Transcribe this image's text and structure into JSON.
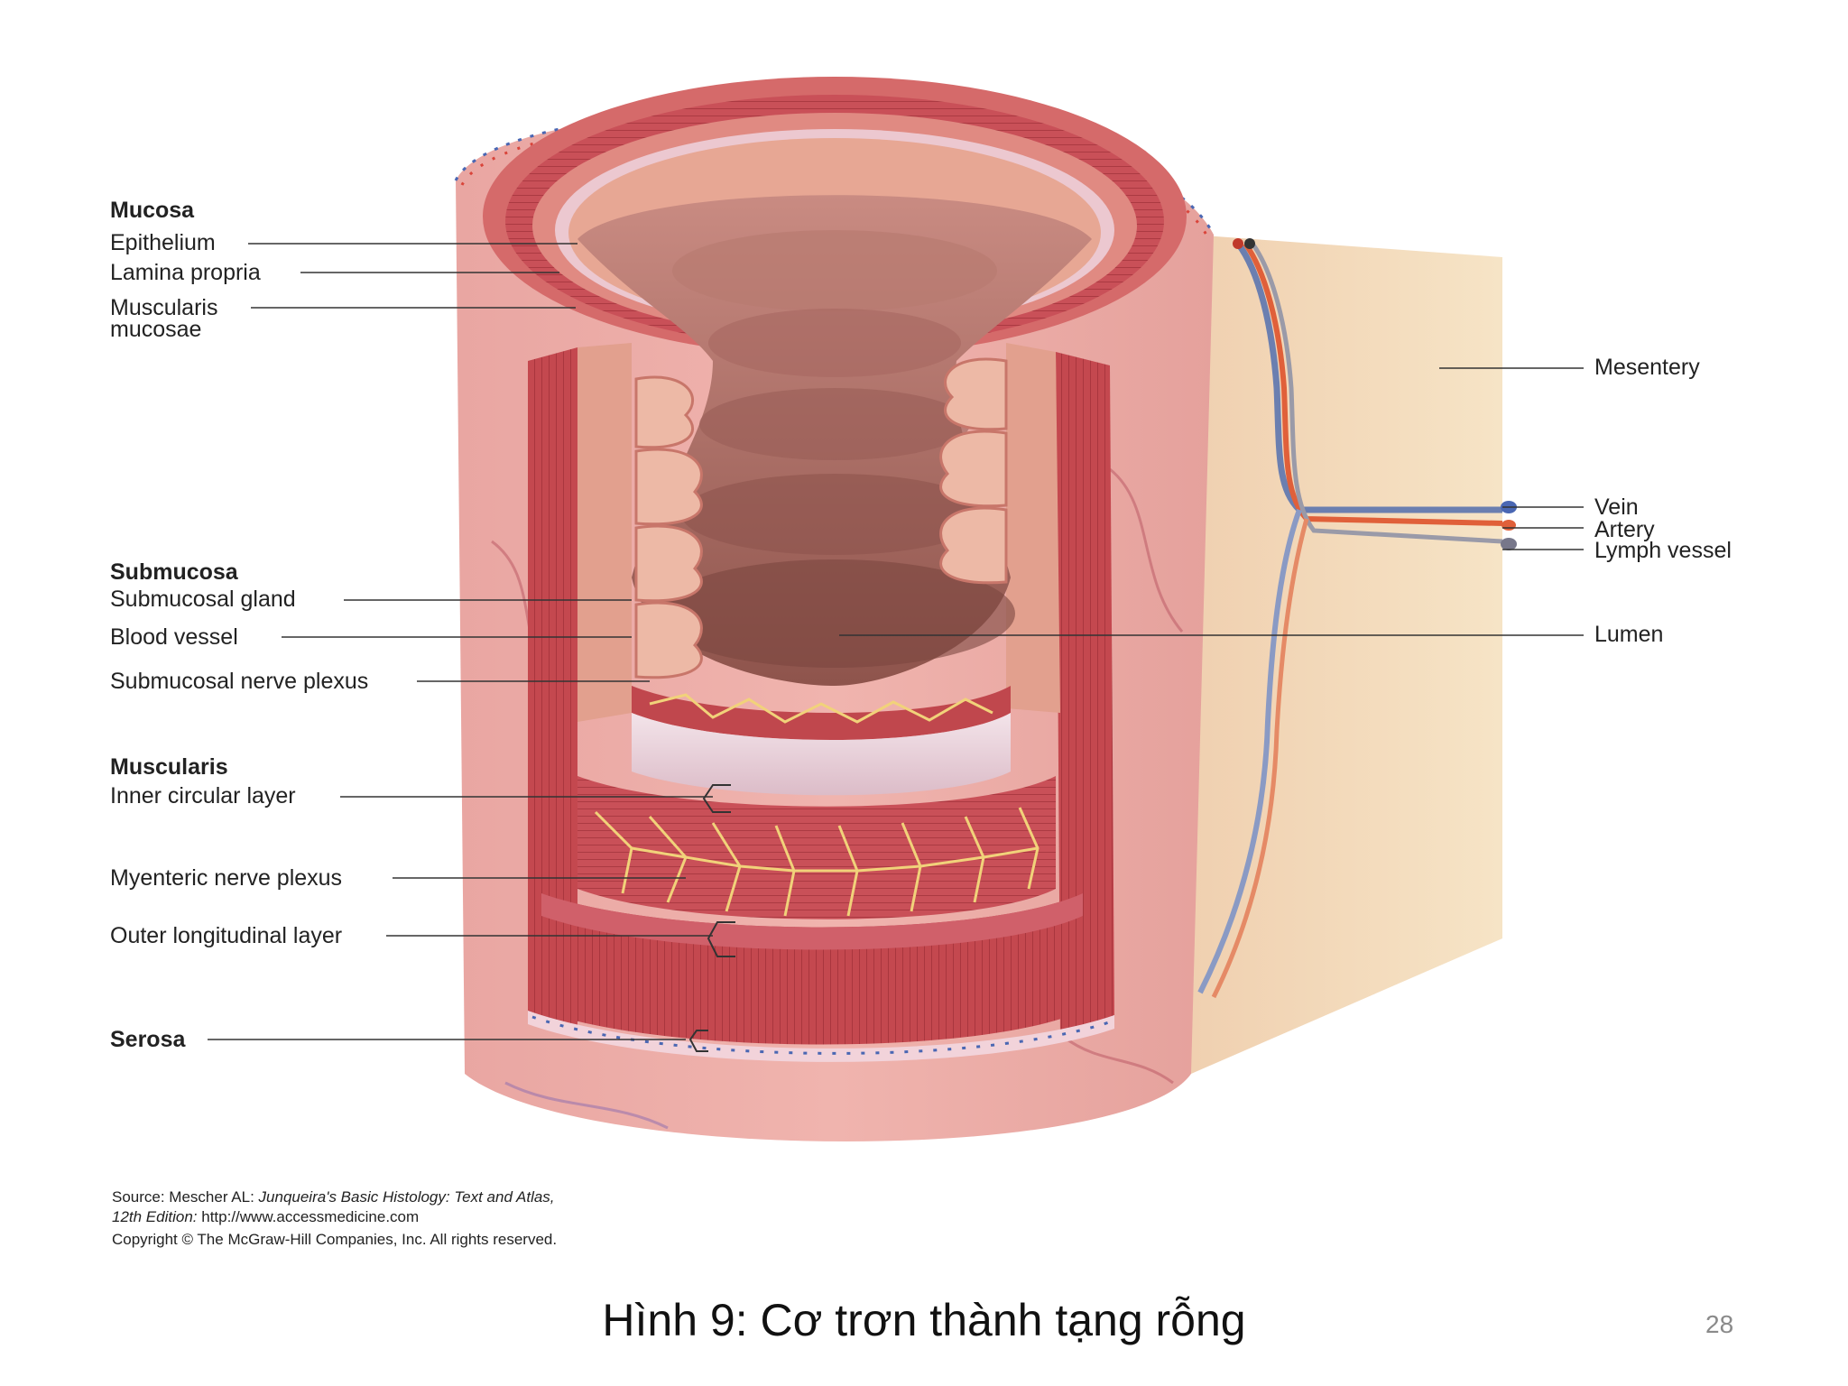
{
  "labels_left": {
    "mucosa_header": "Mucosa",
    "epithelium": "Epithelium",
    "lamina_propria": "Lamina propria",
    "muscularis_mucosae_1": "Muscularis",
    "muscularis_mucosae_2": "mucosae",
    "submucosa_header": "Submucosa",
    "submucosal_gland": "Submucosal gland",
    "blood_vessel": "Blood vessel",
    "submucosal_nerve_plexus": "Submucosal nerve plexus",
    "muscularis_header": "Muscularis",
    "inner_circular_layer": "Inner circular layer",
    "myenteric_nerve_plexus": "Myenteric nerve plexus",
    "outer_longitudinal_layer": "Outer longitudinal layer",
    "serosa_header": "Serosa"
  },
  "labels_right": {
    "mesentery": "Mesentery",
    "vein": "Vein",
    "artery": "Artery",
    "lymph_vessel": "Lymph vessel",
    "lumen": "Lumen"
  },
  "source": {
    "line1_prefix": "Source: Mescher AL: ",
    "line1_italic": "Junqueira's Basic Histology: Text and Atlas,",
    "line2_italic": "12th Edition:",
    "line2_rest": " http://www.accessmedicine.com",
    "copyright": "Copyright © The McGraw-Hill Companies, Inc. All rights reserved."
  },
  "caption": "Hình 9: Cơ trơn thành tạng rỗng",
  "page_number": "28",
  "colors": {
    "muscle": "#c9555a",
    "muscle_dark": "#a83a40",
    "mucosa": "#e9a48f",
    "submucosa_band": "#ecd3dc",
    "mesentery": "#f3dcb8",
    "nerve": "#f1d27a",
    "vein": "#4a67b3",
    "artery": "#e0603a",
    "lymph": "#8a8a9a"
  }
}
